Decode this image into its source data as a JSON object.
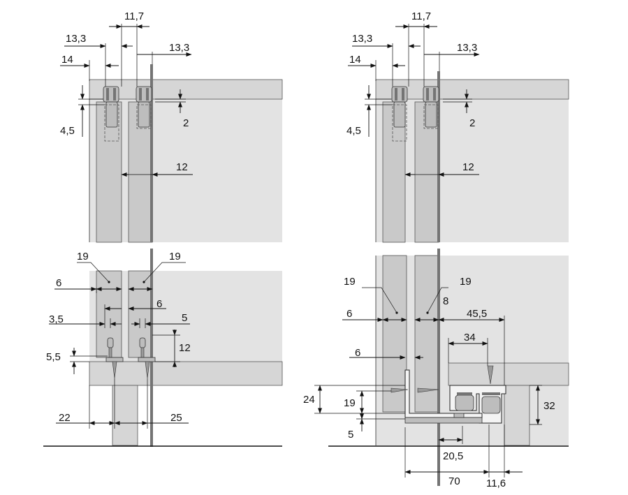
{
  "diagram": {
    "top_left": {
      "d_11_7": "11,7",
      "d_13_3_a": "13,3",
      "d_13_3_b": "13,3",
      "d_14": "14",
      "d_4_5": "4,5",
      "d_2": "2",
      "d_12": "12"
    },
    "top_right": {
      "d_11_7": "11,7",
      "d_13_3_a": "13,3",
      "d_13_3_b": "13,3",
      "d_14": "14",
      "d_4_5": "4,5",
      "d_2": "2",
      "d_12": "12"
    },
    "bottom_left": {
      "d_19_a": "19",
      "d_19_b": "19",
      "d_6_a": "6",
      "d_6_b": "6",
      "d_3_5": "3,5",
      "d_5": "5",
      "d_12": "12",
      "d_5_5": "5,5",
      "d_22": "22",
      "d_25": "25"
    },
    "bottom_right": {
      "d_19_a": "19",
      "d_19_b": "19",
      "d_8": "8",
      "d_6_a": "6",
      "d_6_b": "6",
      "d_45_5": "45,5",
      "d_34": "34",
      "d_24": "24",
      "d_19_c": "19",
      "d_32": "32",
      "d_5": "5",
      "d_20_5": "20,5",
      "d_70": "70",
      "d_11_6": "11,6"
    }
  },
  "colors": {
    "panel": "#e3e3e3",
    "board": "#d6d6d6",
    "door": "#c9c9c9",
    "profile": "#747474",
    "line": "#111111"
  }
}
